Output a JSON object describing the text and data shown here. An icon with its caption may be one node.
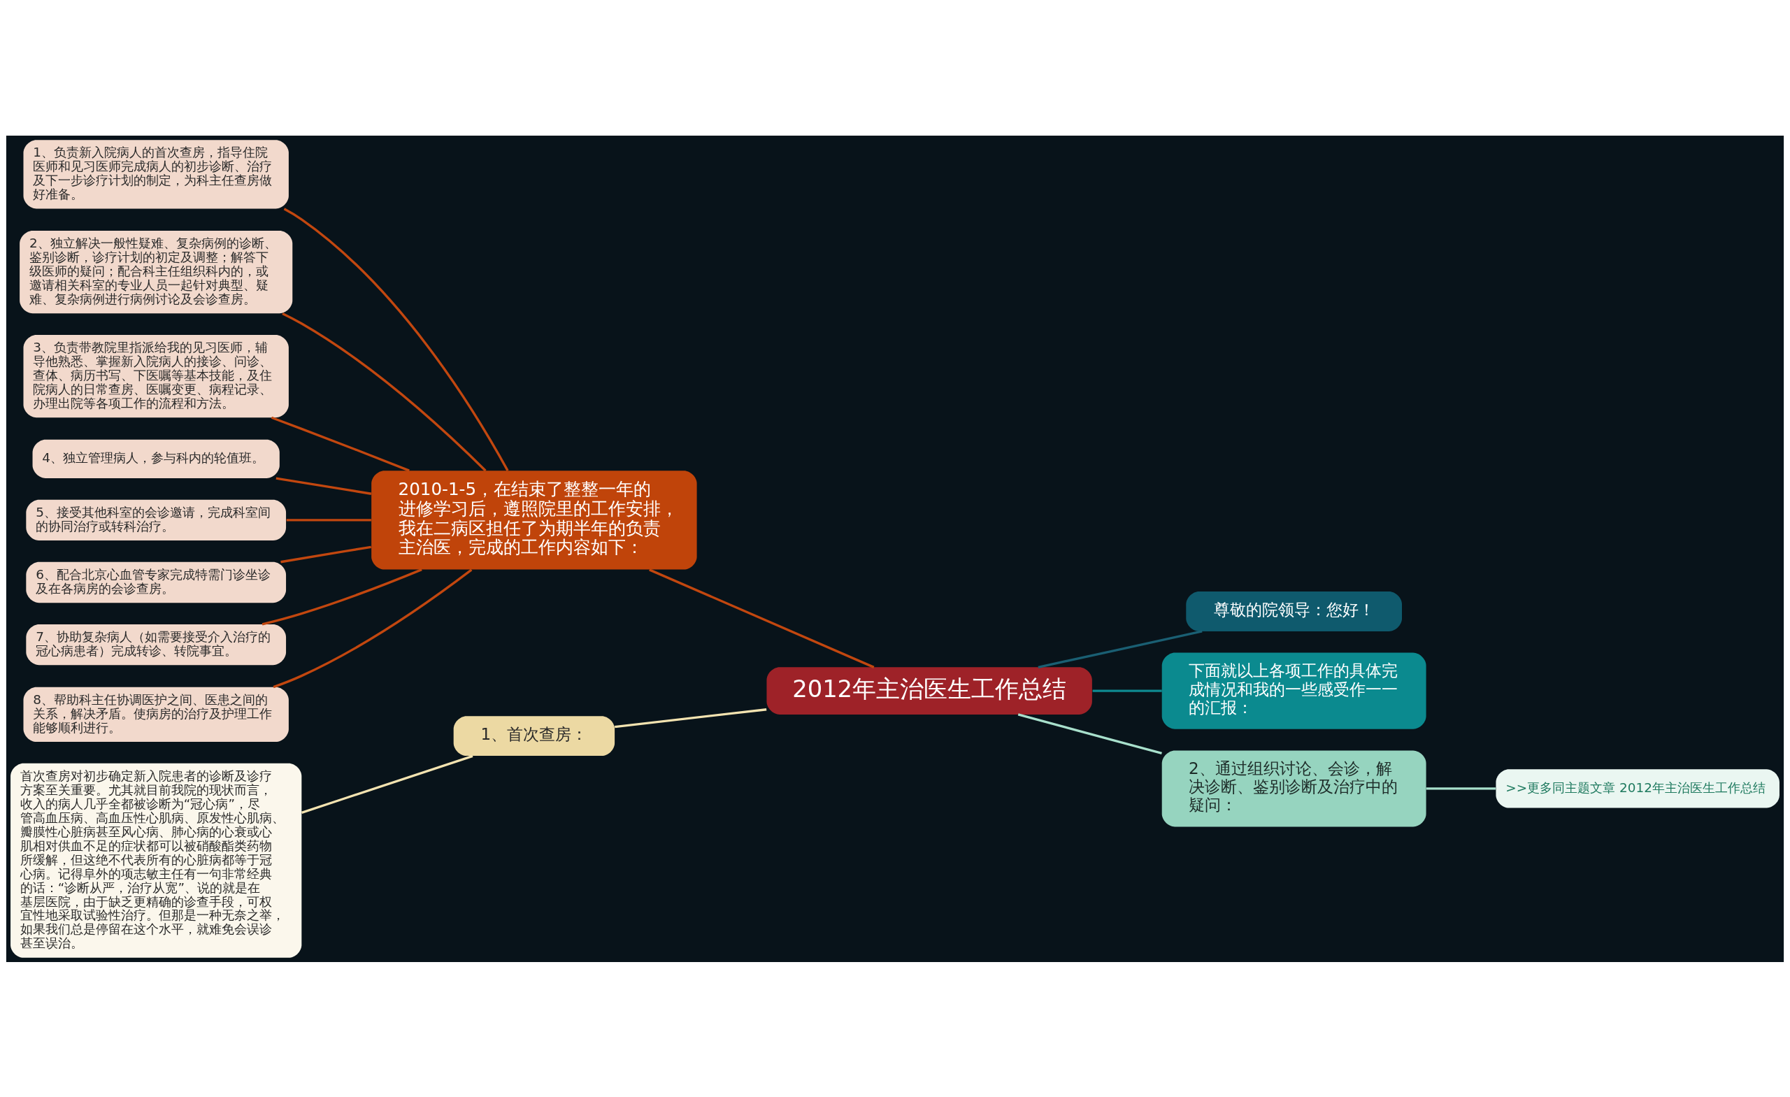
{
  "diagram": {
    "nodes": [
      {
        "text": [
          "2012年主治医生工作总结"
        ]
      },
      {
        "text": [
          "2010-1-5，在结束了整整一年的进修学习后，遵照院里的工作安排，我在二病区担任了为期半年的负责主治医，完成的工作内容如下："
        ]
      },
      {
        "text": [
          "1、负责新入院病人的首次查房，指导住院医师和见习医师完成病人的初步诊断、治疗及下一步诊疗计划的制定，为科主任查房做好准备。"
        ]
      },
      {
        "text": [
          "2、独立解决一般性疑难、复杂病例的诊断、鉴别诊断，诊疗计划的初定及调整；解答下级医师的疑问；配合科主任组织科内的，或邀请相关科室的专业人员一起针对典型、疑难、复杂病例进行病例讨论及会诊查房。"
        ]
      },
      {
        "text": [
          "3、负责带教院里指派给我的见习医师，辅导他熟悉、掌握新入院病人的接诊、问诊、查体、病历书写、下医嘱等基本技能，及住院病人的日常查房、医嘱变更、病程记录、办理出院等各项工作的流程和方法。"
        ]
      },
      {
        "text": [
          "4、独立管理病人，参与科内的轮值班。"
        ]
      },
      {
        "text": [
          "5、接受其他科室的会诊邀请，完成科室间的协同治疗或转科治疗。"
        ]
      },
      {
        "text": [
          "6、配合北京心血管专家完成特需门诊坐诊及在各病房的会诊查房。"
        ]
      },
      {
        "text": [
          "7、协助复杂病人（如需要接受介入治疗的冠心病患者）完成转诊、转院事宜。"
        ]
      },
      {
        "text": [
          "8、帮助科主任协调医护之间、医患之间的关系，解决矛盾。使病房的治疗及护理工作能够顺利进行。"
        ]
      },
      {
        "text": [
          "尊敬的院领导：您好！"
        ]
      },
      {
        "text": [
          "下面就以上各项工作的具体完成情况和我的一些感受作一一的汇报："
        ]
      },
      {
        "text": [
          "2、通过组织讨论、会诊，解决诊断、鉴别诊断及治疗中的疑问："
        ]
      },
      {
        "text": [
          ">>更多同主题文章 2012年主治医生工作总结"
        ]
      },
      {
        "text": [
          "1、首次查房："
        ]
      },
      {
        "text": [
          "首次查房对初步确定新入院患者的诊断及诊疗方案至关重要。尤其就目前我院的现状而言，收入的病人几乎全都被诊断为“冠心病”，尽管高血压病、高血压性心肌病、原发性心肌病、瓣膜性心脏病甚至风心病、肺心病的心衰或心肌相对供血不足的症状都可以被硝酸酯类药物所缓解，但这绝不代表所有的心脏病都等于冠心病。记得阜外的项志敏主任有一句非常经典的话：“诊断从严，治疗从宽”、说的就是在基层医院，由于缺乏更精确的诊查手段，可权宜性地采取试验性治疗。但那是一种无奈之举，如果我们总是停留在这个水平，就难免会误诊甚至误治。"
        ]
      }
    ],
    "edges": [
      {
        "from": 0,
        "to": 1,
        "arrow": "none"
      },
      {
        "from": 1,
        "to": 2,
        "arrow": "none"
      },
      {
        "from": 1,
        "to": 3,
        "arrow": "none"
      },
      {
        "from": 1,
        "to": 4,
        "arrow": "none"
      },
      {
        "from": 1,
        "to": 5,
        "arrow": "none"
      },
      {
        "from": 1,
        "to": 6,
        "arrow": "none"
      },
      {
        "from": 1,
        "to": 7,
        "arrow": "none"
      },
      {
        "from": 1,
        "to": 8,
        "arrow": "none"
      },
      {
        "from": 1,
        "to": 9,
        "arrow": "none"
      },
      {
        "from": 0,
        "to": 10,
        "arrow": "none",
        "color": "#1a5f73"
      },
      {
        "from": 0,
        "to": 11,
        "arrow": "none",
        "color": "#0e8a90"
      },
      {
        "from": 0,
        "to": 12,
        "arrow": "none",
        "color": "#a8e0cc"
      },
      {
        "from": 12,
        "to": 13,
        "arrow": "none",
        "color": "#a8e0cc"
      },
      {
        "from": 0,
        "to": 14,
        "arrow": "none",
        "color": "#f3e3b0"
      },
      {
        "from": 14,
        "to": 15,
        "arrow": "none",
        "color": "#f3e3b0"
      }
    ]
  }
}
